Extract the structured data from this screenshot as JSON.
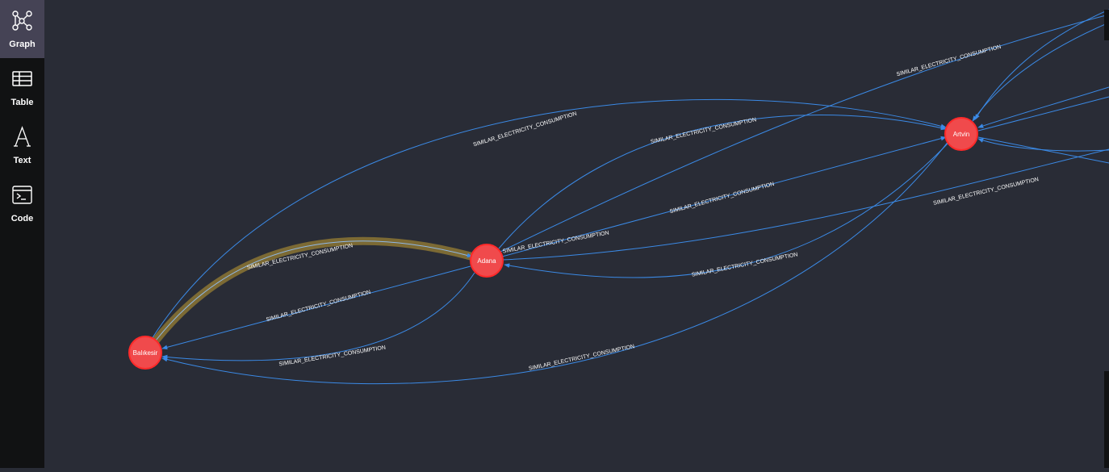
{
  "sidebar": {
    "items": [
      {
        "label": "Graph",
        "icon": "graph-icon",
        "active": true
      },
      {
        "label": "Table",
        "icon": "table-icon",
        "active": false
      },
      {
        "label": "Text",
        "icon": "text-icon",
        "active": false
      },
      {
        "label": "Code",
        "icon": "code-icon",
        "active": false
      }
    ]
  },
  "graph": {
    "relationship_type": "SIMILAR_ELECTRICITY_CONSUMPTION",
    "nodes": [
      {
        "id": "balikesir",
        "label": "Balıkesir"
      },
      {
        "id": "adana",
        "label": "Adana"
      },
      {
        "id": "artvin",
        "label": "Artvin"
      }
    ],
    "colors": {
      "node_fill": "#f04a4c",
      "node_stroke": "#ff2a2a",
      "edge": "#3b8ae6",
      "highlight": "#7c6a34",
      "background": "#292c36",
      "sidebar": "#111213",
      "sidebar_active": "#454355"
    }
  }
}
